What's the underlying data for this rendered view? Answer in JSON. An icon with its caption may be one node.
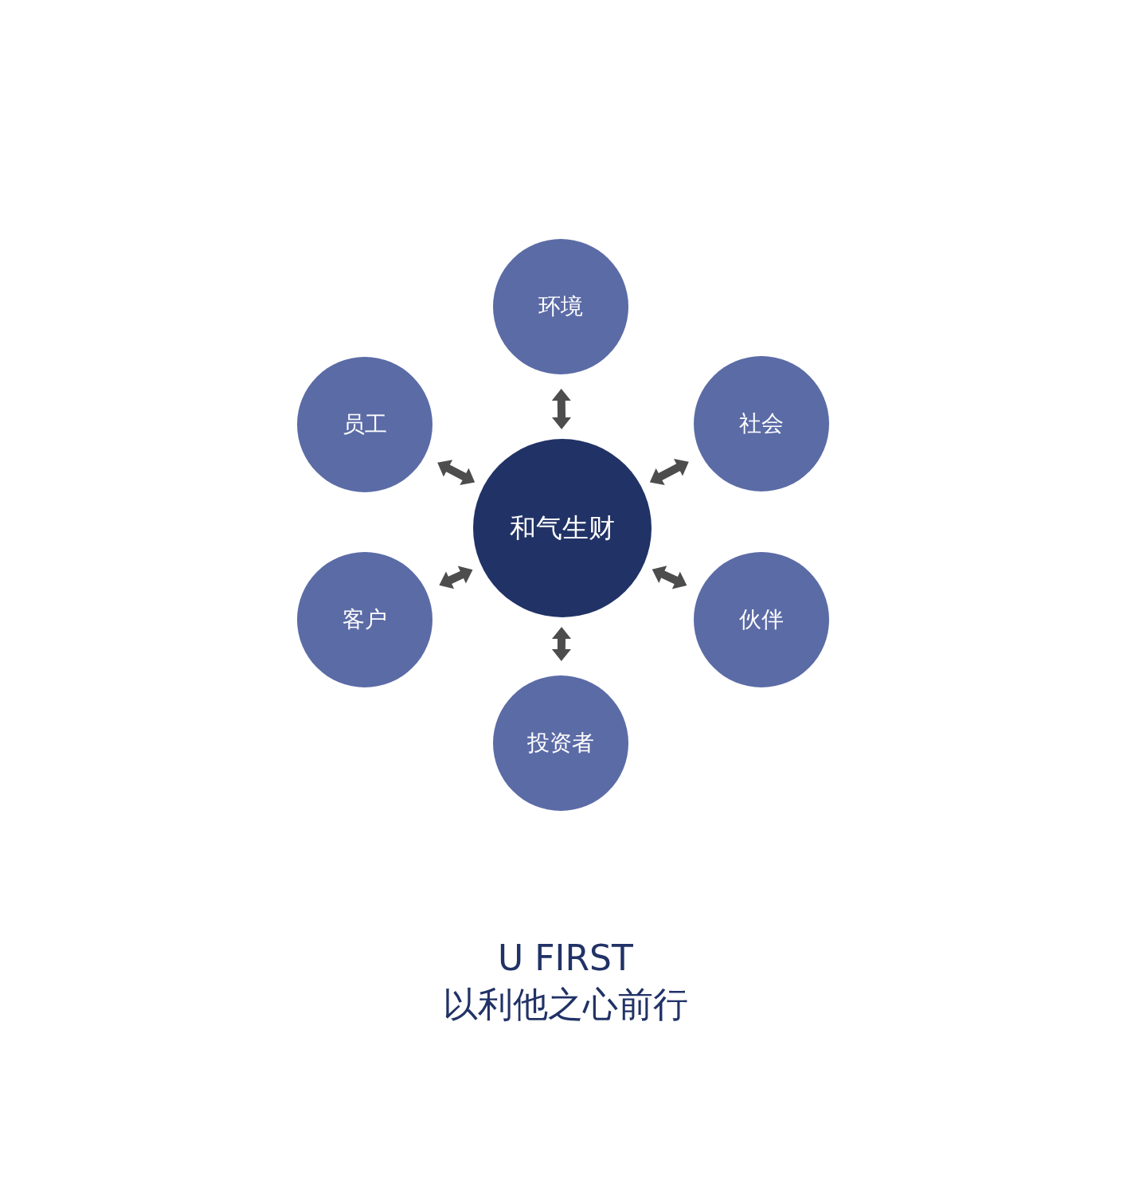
{
  "diagram": {
    "nodes": [
      {
        "text": [
          "环境"
        ]
      },
      {
        "text": [
          "员工"
        ]
      },
      {
        "text": [
          "社会"
        ]
      },
      {
        "text": [
          "和气生财"
        ]
      },
      {
        "text": [
          "客户"
        ]
      },
      {
        "text": [
          "伙伴"
        ]
      },
      {
        "text": [
          "投资者"
        ]
      }
    ],
    "edges": [
      {
        "from": 3,
        "to": 0,
        "arrow": "both"
      },
      {
        "from": 3,
        "to": 1,
        "arrow": "both"
      },
      {
        "from": 3,
        "to": 2,
        "arrow": "both"
      },
      {
        "from": 3,
        "to": 4,
        "arrow": "both"
      },
      {
        "from": 3,
        "to": 5,
        "arrow": "both"
      },
      {
        "from": 3,
        "to": 6,
        "arrow": "both"
      }
    ],
    "labels": [
      "U FIRST",
      "以利他之心前行"
    ]
  }
}
